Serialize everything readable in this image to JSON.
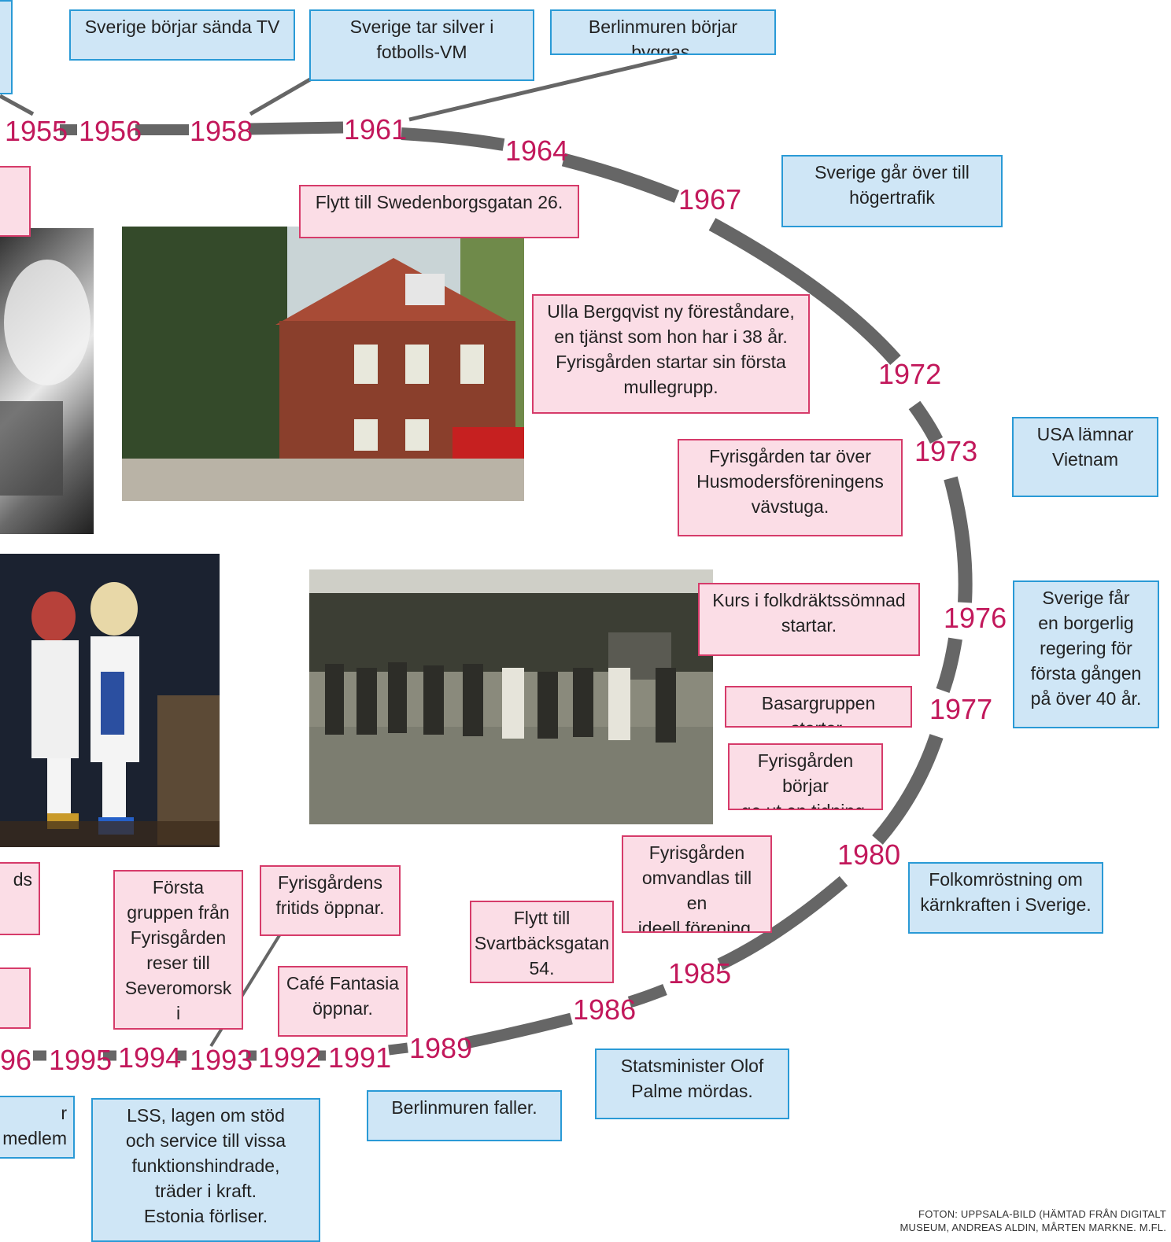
{
  "timeline": {
    "years_top": [
      "1955",
      "1956",
      "1958",
      "1961",
      "1964",
      "1967"
    ],
    "years_right": [
      "1972",
      "1973",
      "1976",
      "1977",
      "1980",
      "1985",
      "1986"
    ],
    "years_bottom": [
      "1989",
      "1991",
      "1992",
      "1993",
      "1994",
      "1995",
      "96"
    ],
    "line_color": "#666666",
    "year_color": "#c2185b"
  },
  "world_events": {
    "tv": "Sverige börjar sända TV",
    "football": "Sverige tar silver i\nfotbolls-VM",
    "berlin_wall_built": "Berlinmuren börjar byggas.",
    "right_traffic": "Sverige går över till\nhögertrafik",
    "vietnam": "USA lämnar\nVietnam",
    "bourgeois_gov": "Sverige får\nen borgerlig\nregering för\nförsta gången\npå över 40 år.",
    "nuclear_vote": "Folkomröstning om\nkärnkraften i Sverige.",
    "palme": "Statsminister Olof\nPalme mördas.",
    "berlin_wall_fell": "Berlinmuren faller.",
    "lss": "LSS, lagen om stöd\noch service till vissa\nfunktionshindrade,\nträder i kraft.\nEstonia förliser.",
    "eu_partial": "r medlem\nU."
  },
  "fyris_events": {
    "swedenborg": "Flytt till Swedenborgsgatan 26.",
    "ulla": "Ulla Bergqvist ny föreståndare,\nen tjänst som hon har i 38 år.\nFyrisgården startar sin första\nmullegrupp.",
    "vavstuga": "Fyrisgården tar över\nHusmodersföreningens\nvävstuga.",
    "folkdrakt": "Kurs i folkdräktssömnad\nstartar.",
    "basar": "Basargruppen startar.",
    "tidning": "Fyrisgården börjar\nge ut en tidning.",
    "ideell": "Fyrisgården\nomvandlas till en\nideell förening.",
    "svartback": "Flytt till\nSvartbäcksgatan\n54.",
    "fritids": "Fyrisgårdens\nfritids öppnar.",
    "cafe": "Café Fantasia\nöppnar.",
    "russia": "Första\ngruppen från\nFyrisgården\nreser till\nSeveromorsk i\nRyssland.",
    "partial_ds": "ds"
  },
  "photos": {
    "house": "photo-house",
    "dancers": "photo-folk-dance",
    "singers": "photo-stage-singers",
    "portrait": "photo-bw-portrait"
  },
  "credit": "FOTON: UPPSALA-BILD (HÄMTAD FRÅN DIGITALT\nMUSEUM, ANDREAS ALDIN, MÅRTEN MARKNE. M.FL."
}
